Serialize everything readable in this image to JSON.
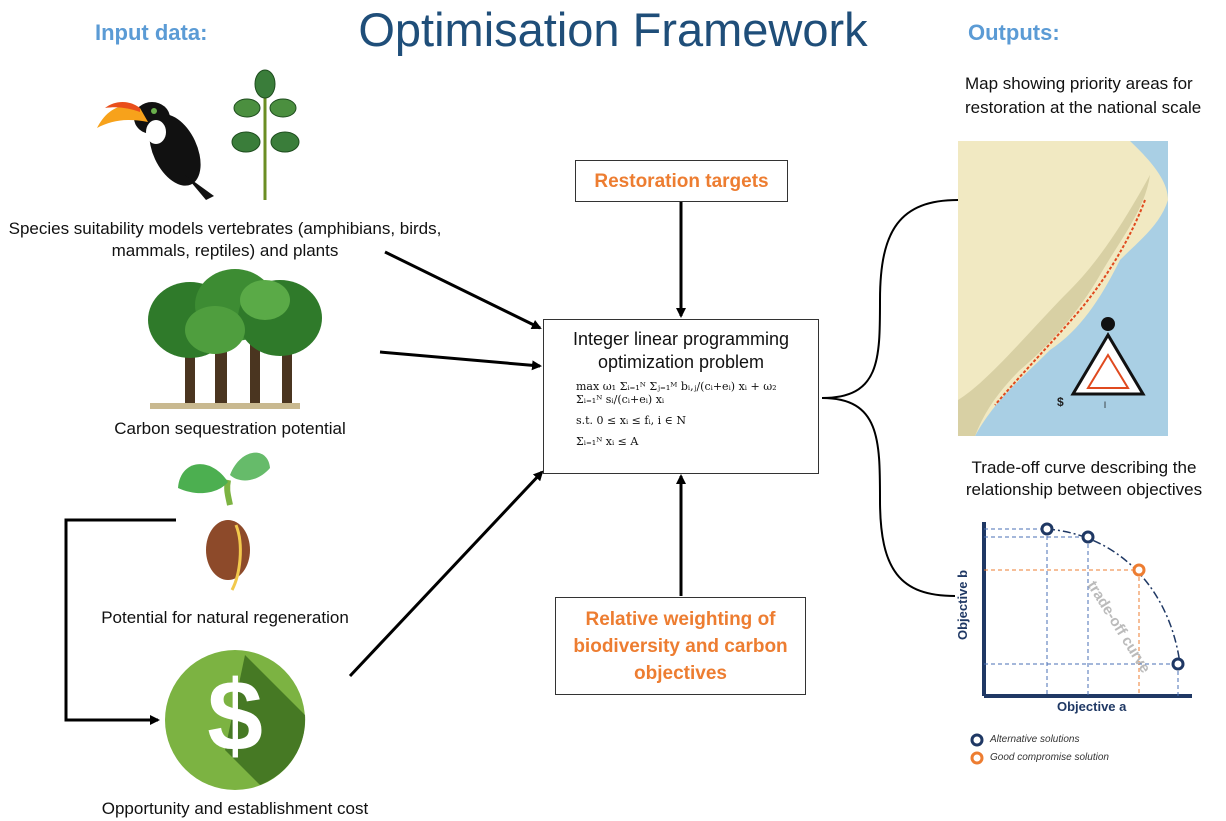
{
  "header": {
    "title": "Optimisation Framework",
    "input_heading": "Input data:",
    "output_heading": "Outputs:"
  },
  "inputs": {
    "species_label": "Species suitability models vertebrates (amphibians, birds, mammals, reptiles) and plants",
    "carbon_label": "Carbon sequestration potential",
    "regeneration_label": "Potential for natural regeneration",
    "cost_label": "Opportunity and establishment cost"
  },
  "center": {
    "restoration_targets": "Restoration targets",
    "problem_title": "Integer linear programming optimization problem",
    "formula_max": "max ω₁ Σᵢ₌₁ᴺ Σⱼ₌₁ᴹ bᵢ,ⱼ/(cᵢ+eᵢ) xᵢ + ω₂ Σᵢ₌₁ᴺ sᵢ/(cᵢ+eᵢ) xᵢ",
    "formula_st": "s.t. 0 ≤ xᵢ ≤ fᵢ, i ∈ N",
    "formula_sum": "Σᵢ₌₁ᴺ xᵢ ≤ A",
    "weighting": "Relative weighting of biodiversity and carbon objectives"
  },
  "outputs": {
    "map_label": "Map showing priority areas for restoration at the national scale",
    "tradeoff_label": "Trade-off curve describing the relationship between objectives",
    "radar_bottom": "l",
    "radar_dollar": "$",
    "curve_text": "trade-off curve",
    "axis_x": "Objective a",
    "axis_y": "Objective b",
    "legend_alt": "Alternative solutions",
    "legend_good": "Good compromise solution"
  },
  "colors": {
    "title": "#1f4e79",
    "heading": "#5b9bd5",
    "accent": "#ed7d31",
    "navy": "#1f3864",
    "sea": "#a9cfe4",
    "land": "#f1e9c2",
    "forest_zone": "#d8d0a4"
  }
}
